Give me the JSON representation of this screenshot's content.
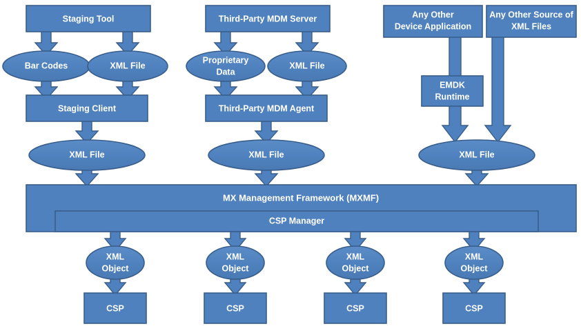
{
  "diagram": {
    "title": "MX Management Framework XML data flow",
    "colors": {
      "shape_fill": "#4E81BD",
      "shape_border": "#385D8A",
      "label_text": "#FFFFFF",
      "background": "#FFFFFF"
    },
    "nodes": {
      "staging_tool": "Staging Tool",
      "bar_codes": "Bar Codes",
      "xml_file_col1_top": "XML File",
      "staging_client": "Staging Client",
      "xml_file_col1_mid": "XML File",
      "mdm_server": "Third-Party MDM Server",
      "proprietary_data_line1": "Proprietary",
      "proprietary_data_line2": "Data",
      "xml_file_col2_top": "XML File",
      "mdm_agent": "Third-Party MDM Agent",
      "xml_file_col2_mid": "XML File",
      "device_app_line1": "Any Other",
      "device_app_line2": "Device Application",
      "xml_source_line1": "Any Other Source of",
      "xml_source_line2": "XML Files",
      "emdk_runtime_line1": "EMDK",
      "emdk_runtime_line2": "Runtime",
      "xml_file_col4_mid": "XML File",
      "mxmf": "MX  Management Framework (MXMF)",
      "csp_manager": "CSP Manager",
      "xml_object_1_line1": "XML",
      "xml_object_1_line2": "Object",
      "xml_object_2_line1": "XML",
      "xml_object_2_line2": "Object",
      "xml_object_3_line1": "XML",
      "xml_object_3_line2": "Object",
      "xml_object_4_line1": "XML",
      "xml_object_4_line2": "Object",
      "csp_1": "CSP",
      "csp_2": "CSP",
      "csp_3": "CSP",
      "csp_4": "CSP"
    }
  }
}
